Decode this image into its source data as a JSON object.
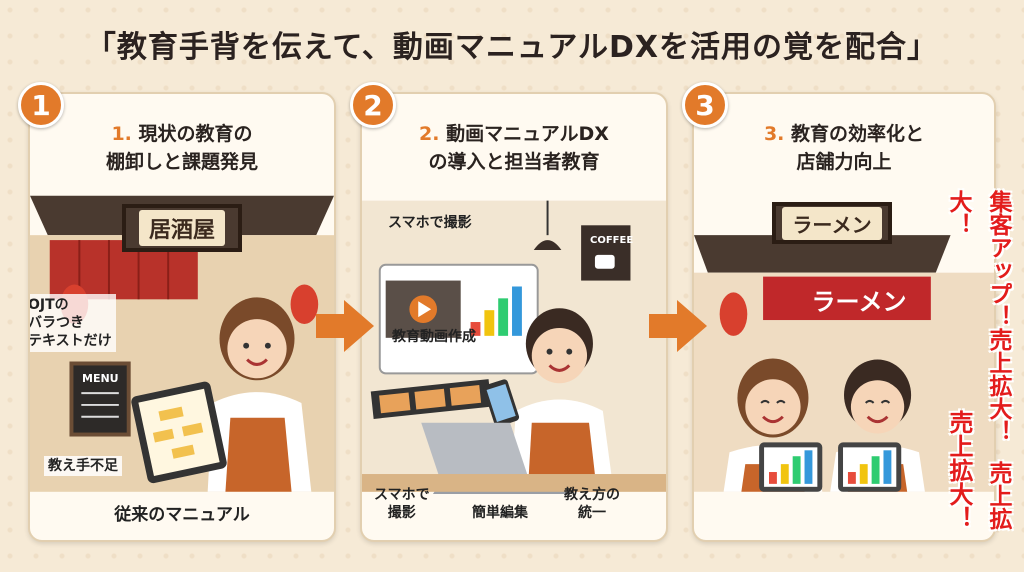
{
  "title": "「教育手背を伝えて、動画マニュアルDXを活用の覚を配合」",
  "steps": [
    {
      "badge": "1",
      "num": "1.",
      "title_line1": "現状の教育の",
      "title_line2": "棚卸しと課題発見",
      "sign": "居酒屋",
      "labels": {
        "ojt_line1": "OJTの",
        "ojt_line2": "バラつき",
        "ojt_line3": "テキストだけ",
        "menu": "MENU",
        "shortage": "教え手不足",
        "manual": "従来のマニュアル"
      }
    },
    {
      "badge": "2",
      "num": "2.",
      "title_line1": "動画マニュアルDX",
      "title_line2": "の導入と担当者教育",
      "labels": {
        "smartphone_shoot": "スマホで撮影",
        "coffee": "COFFEE",
        "video_creation": "教育動画作成",
        "shoot_line1": "スマホで",
        "shoot_line2": "撮影",
        "easy_edit": "簡単編集",
        "unify_line1": "教え方の",
        "unify_line2": "統一"
      }
    },
    {
      "badge": "3",
      "num": "3.",
      "title_line1": "教育の効率化と",
      "title_line2": "店舗力向上",
      "sign": "ラーメン",
      "curtain": "ラーメン"
    }
  ],
  "hype": {
    "left_col": "集客アップ！売上拡大！",
    "right_col_top": "売上拡大！",
    "right_col_bottom": "売上拡大！"
  },
  "colors": {
    "accent": "#e27a2a",
    "hype": "#e31c1c",
    "background": "#f6ead6"
  }
}
